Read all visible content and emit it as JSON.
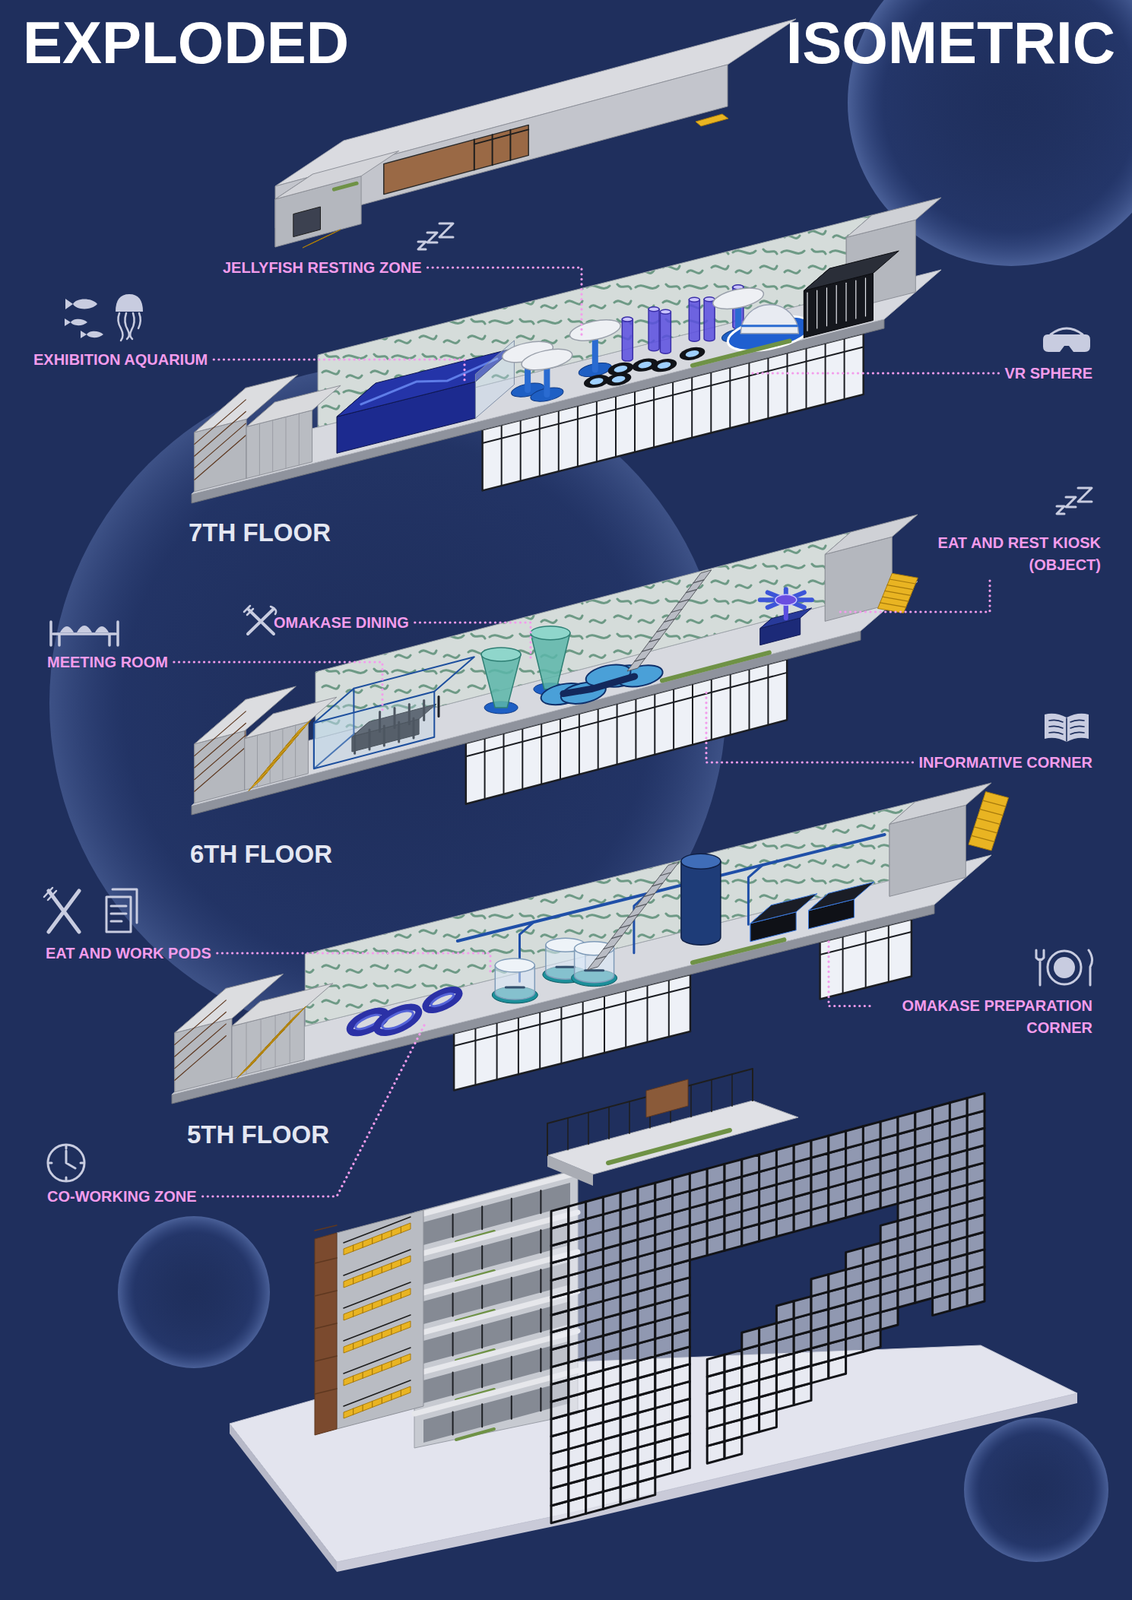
{
  "diagram": {
    "labels": [
      "EXPLODED",
      "ISOMETRIC",
      "JELLYFISH RESTING ZONE",
      "EXHIBITION AQUARIUM",
      "VR SPHERE",
      "7TH FLOOR",
      "EAT AND REST KIOSK (OBJECT)",
      "OMAKASE DINING",
      "MEETING ROOM",
      "INFORMATIVE CORNER",
      "6TH FLOOR",
      "EAT AND WORK PODS",
      "OMAKASE PREPARATION CORNER",
      "5TH FLOOR",
      "CO-WORKING ZONE"
    ]
  }
}
